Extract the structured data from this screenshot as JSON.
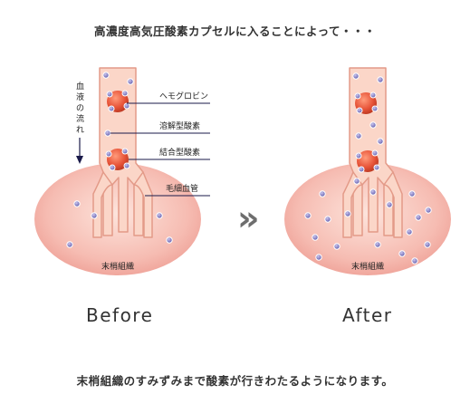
{
  "heading": "高濃度高気圧酸素カプセルに入ることによって・・・",
  "footer": "末梢組織のすみずみまで酸素が行きわたるようになります。",
  "before_panel": {
    "caption": "Before",
    "flow_label": [
      "血",
      "液",
      "の",
      "流",
      "れ"
    ],
    "labels": {
      "hemoglobin": "ヘモグロビン",
      "dissolved_oxygen": "溶解型酸素",
      "bound_oxygen": "結合型酸素",
      "capillary": "毛細血管",
      "tissue": "末梢組織"
    }
  },
  "after_panel": {
    "caption": "After",
    "labels": {
      "tissue": "末梢組織"
    }
  },
  "arrow_symbol": "»",
  "colors": {
    "tissue_fill": "#f3b1ab",
    "vessel_fill": "#fbd6c8",
    "vessel_stroke": "#e39a88",
    "hemoglobin": "#e8553a",
    "oxygen_fill": "#7f79c0",
    "oxygen_stroke": "#ffffff",
    "arrow": "#6e6e6e"
  }
}
